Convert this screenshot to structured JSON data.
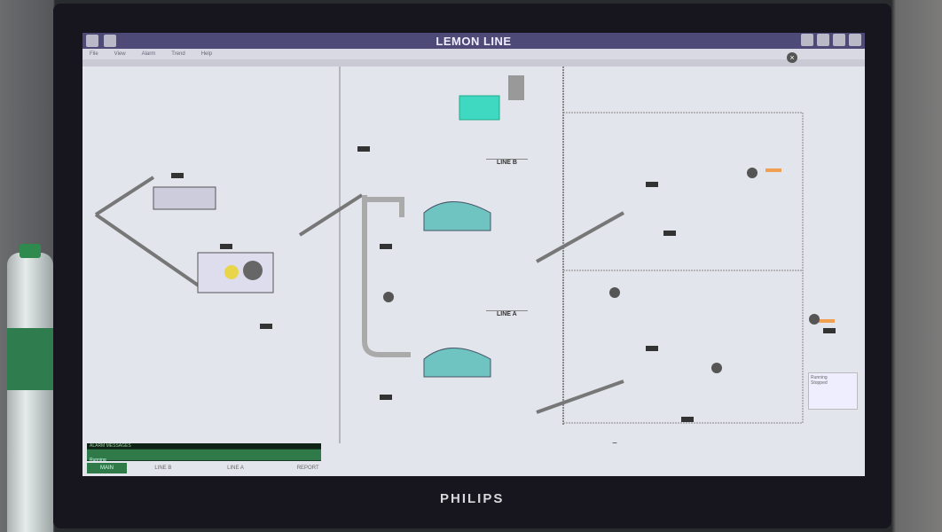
{
  "window": {
    "title": "LEMON LINE"
  },
  "menu": {
    "items": [
      "File",
      "View",
      "Alarm",
      "Trend",
      "Help"
    ]
  },
  "diagram": {
    "line_labels": [
      "LINE B",
      "LINE A"
    ]
  },
  "status": {
    "header": "ALARM MESSAGES",
    "message": "Running"
  },
  "bottom_buttons": [
    "MAIN",
    "LINE B",
    "LINE A",
    "REPORT"
  ],
  "legend": {
    "items": [
      "Running",
      "Stopped"
    ]
  },
  "monitor": {
    "brand": "PHILIPS"
  },
  "colors": {
    "titlebar": "#4d4a78",
    "status_green": "#2f7a48",
    "screen_bg": "#e3e5ec",
    "tank_teal": "#6fc3c0",
    "highlight_cyan": "#3fd9c2"
  }
}
